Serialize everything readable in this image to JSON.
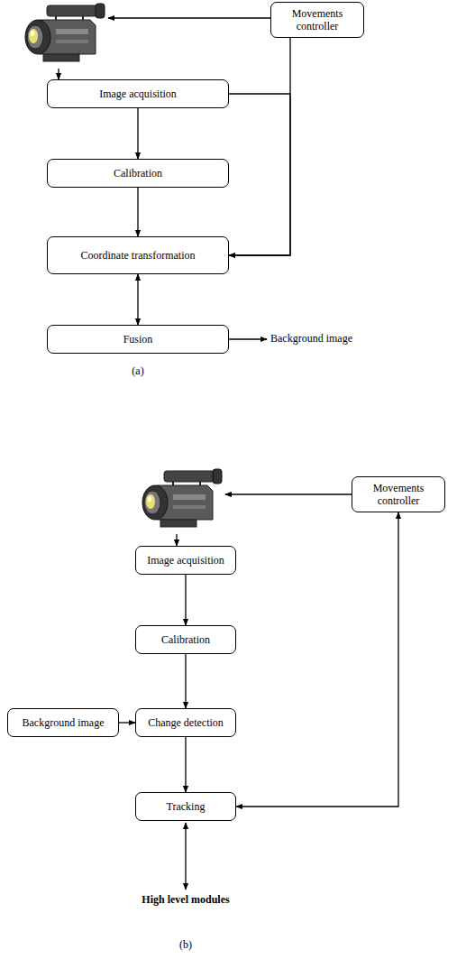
{
  "diagram": {
    "nodes": [
      {
        "text": [
          "Movements controller"
        ]
      },
      {
        "text": [
          "Image acquisition"
        ]
      },
      {
        "text": [
          "Calibration"
        ]
      },
      {
        "text": [
          "Coordinate transformation"
        ]
      },
      {
        "text": [
          "Fusion"
        ]
      },
      {
        "text": [
          "Movements controller"
        ]
      },
      {
        "text": [
          "Image acquisition"
        ]
      },
      {
        "text": [
          "Calibration"
        ]
      },
      {
        "text": [
          "Background image"
        ]
      },
      {
        "text": [
          "Change detection"
        ]
      },
      {
        "text": [
          "Tracking"
        ]
      }
    ],
    "edges": [
      {
        "from": 1,
        "to": 2,
        "arrow": "to"
      },
      {
        "from": 2,
        "to": 3,
        "arrow": "to"
      },
      {
        "from": 3,
        "to": 4,
        "arrow": "both"
      },
      {
        "from": 0,
        "to": 3,
        "arrow": "to"
      },
      {
        "from": 1,
        "to": 3,
        "arrow": "to"
      },
      {
        "from": 6,
        "to": 7,
        "arrow": "to"
      },
      {
        "from": 7,
        "to": 9,
        "arrow": "to"
      },
      {
        "from": 8,
        "to": 9,
        "arrow": "to"
      },
      {
        "from": 9,
        "to": 10,
        "arrow": "to"
      },
      {
        "from": 10,
        "to": 5,
        "arrow": "both"
      }
    ],
    "labels": [
      "Background image",
      "(a)",
      "High level modules",
      "(b)"
    ]
  }
}
